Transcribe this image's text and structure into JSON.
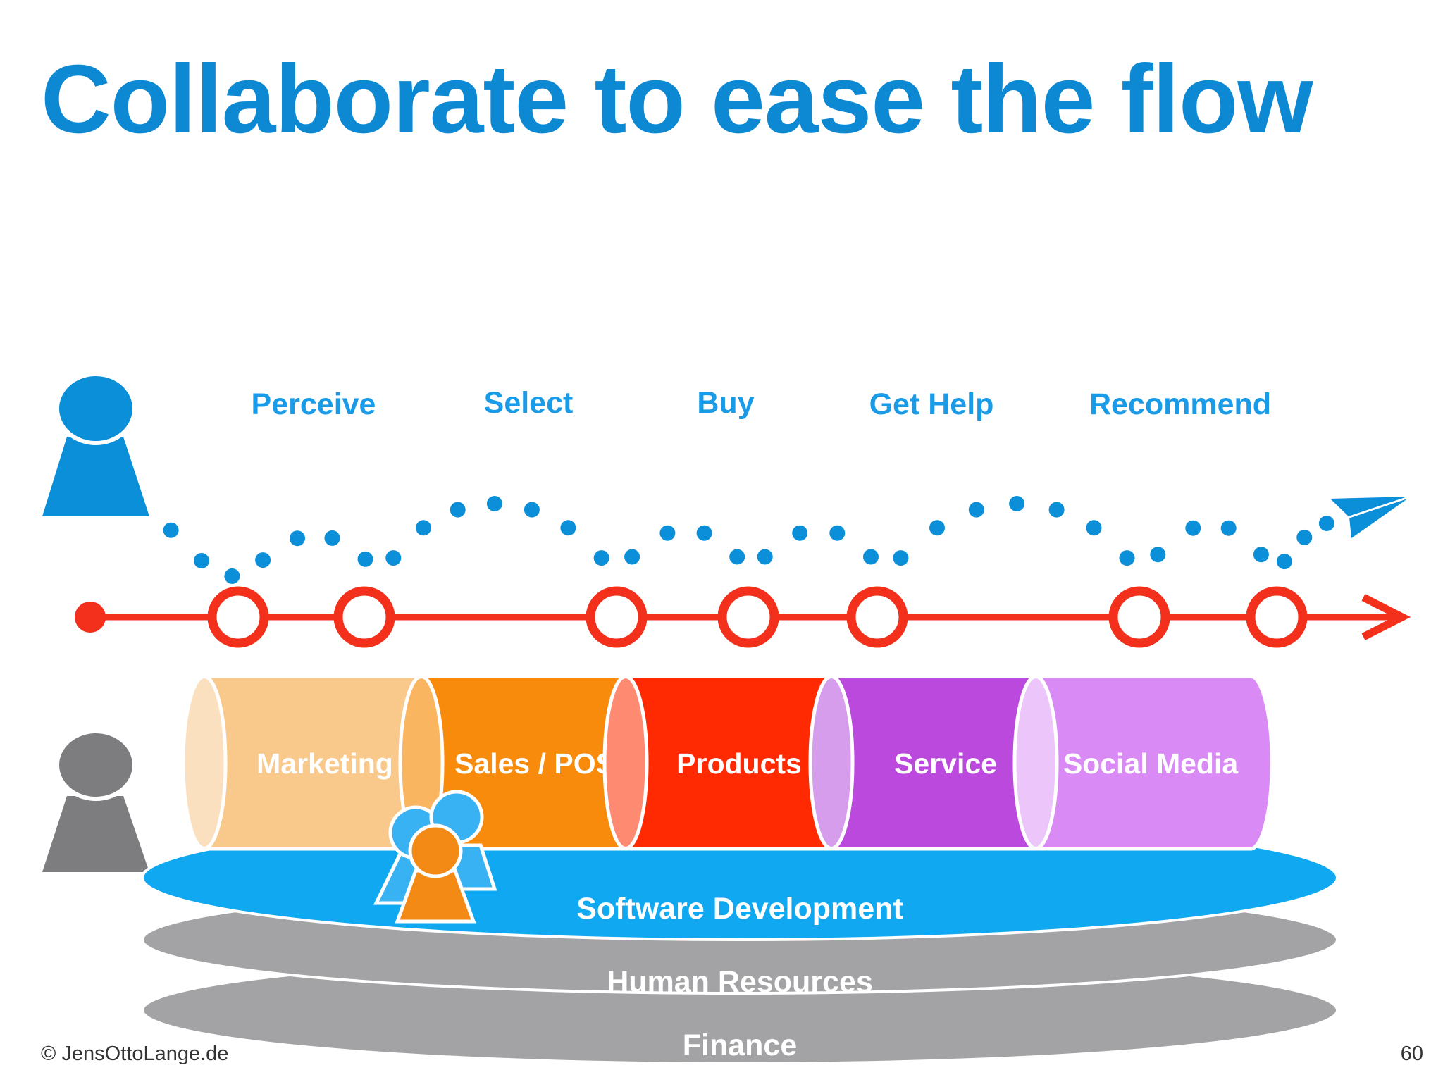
{
  "title": "Collaborate to ease the flow",
  "stages": [
    "Perceive",
    "Select",
    "Buy",
    "Get Help",
    "Recommend"
  ],
  "departments": [
    {
      "label": "Marketing",
      "color": "#f9c98c",
      "edge": "#fbe0c0",
      "text": "#ffffff"
    },
    {
      "label": "Sales / POS",
      "color": "#f88b0c",
      "edge": "#f9b560",
      "text": "#ffffff"
    },
    {
      "label": "Products",
      "color": "#ff2a02",
      "edge": "#ff8a72",
      "text": "#ffffff"
    },
    {
      "label": "Service",
      "color": "#bc49de",
      "edge": "#d79ded",
      "text": "#ffffff"
    },
    {
      "label": "Social Media",
      "color": "#d98af5",
      "edge": "#ecc6fa",
      "text": "#ffffff"
    }
  ],
  "layers": [
    "Software Development",
    "Human Resources",
    "Finance"
  ],
  "footer": {
    "copyright": "© JensOttoLange.de",
    "page": "60"
  },
  "colors": {
    "title": "#0d88d2",
    "journey": "#0a8fd8",
    "flow": "#f2301b",
    "software_layer": "#10a9f1",
    "grey_layer": "#a3a3a6",
    "customer": "#0a8fd8",
    "employee": "#7d7d80",
    "team_orange": "#f28a15",
    "team_blue": "#39b2f4"
  },
  "icons": [
    "customer-figure-icon",
    "employee-figure-icon",
    "team-group-icon",
    "arrowhead-icon",
    "paper-plane-icon"
  ]
}
